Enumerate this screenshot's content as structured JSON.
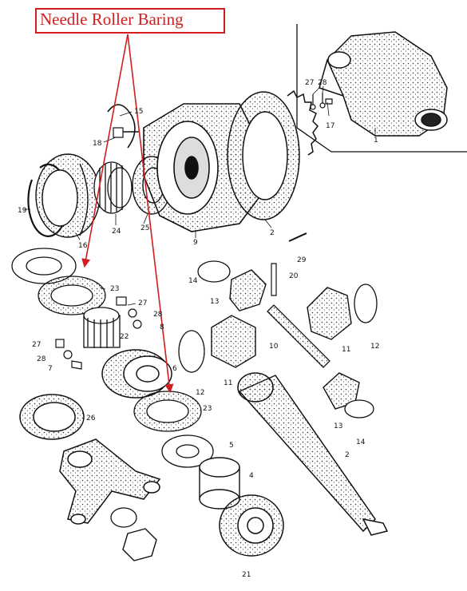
{
  "callout": {
    "label": "Needle Roller Baring",
    "color": "#d21e1e"
  },
  "part_numbers": {
    "n1": "1",
    "n2a": "2",
    "n2b": "2",
    "n4": "4",
    "n5": "5",
    "n6": "6",
    "n7": "7",
    "n8": "8",
    "n9": "9",
    "n10": "10",
    "n11a": "11",
    "n11b": "11",
    "n12a": "12",
    "n12b": "12",
    "n13a": "13",
    "n13b": "13",
    "n14a": "14",
    "n14b": "14",
    "n15": "15",
    "n16": "16",
    "n17": "17",
    "n18": "18",
    "n19": "19",
    "n20": "20",
    "n21": "21",
    "n22": "22",
    "n23a": "23",
    "n23b": "23",
    "n24": "24",
    "n25": "25",
    "n26": "26",
    "n27a": "27",
    "n27b": "27",
    "n27c": "27",
    "n28a": "28",
    "n28b": "28",
    "n28c": "28",
    "n29": "29"
  },
  "colors": {
    "ink": "#111111",
    "paper": "#ffffff",
    "accent": "#d21e1e"
  }
}
